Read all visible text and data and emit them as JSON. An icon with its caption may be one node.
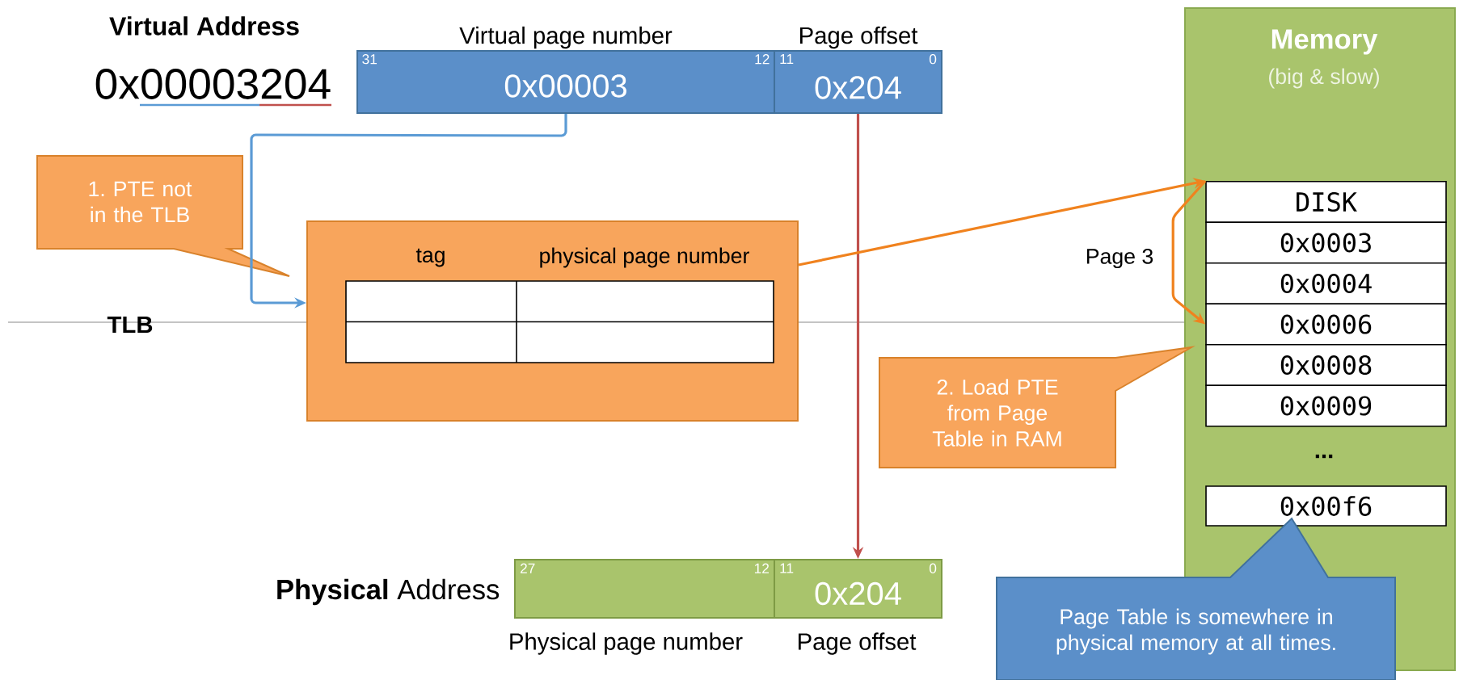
{
  "diagram": {
    "nodes": [
      {
        "text": [
          "Virtual page number",
          "31",
          "0x00003",
          "12"
        ]
      },
      {
        "text": [
          "Page offset",
          "11",
          "0x204",
          "0"
        ]
      },
      {
        "text": [
          "1. PTE not in the TLB"
        ]
      },
      {
        "text": [
          "tag",
          "physical page number"
        ]
      },
      {
        "text": [
          "Memory",
          "(big & slow)"
        ]
      },
      {
        "text": [
          "DISK"
        ],
        "in": 4
      },
      {
        "text": [
          "0x0003"
        ],
        "in": 4
      },
      {
        "text": [
          "0x0004"
        ],
        "in": 4
      },
      {
        "text": [
          "0x0006"
        ],
        "in": 4
      },
      {
        "text": [
          "0x0008"
        ],
        "in": 4
      },
      {
        "text": [
          "0x0009"
        ],
        "in": 4
      },
      {
        "text": [
          "0x00f6"
        ],
        "in": 4
      },
      {
        "text": [
          "2. Load PTE from Page Table in RAM"
        ]
      },
      {
        "text": [
          "Page Table is somewhere in physical memory at all times."
        ]
      },
      {
        "text": [
          "27",
          "12",
          "Physical page number"
        ],
        "beside": [
          "**Physical** Address"
        ]
      },
      {
        "text": [
          "11",
          "0x204",
          "0",
          "Page offset"
        ]
      }
    ],
    "edges": [
      {
        "from": 0,
        "to": 3,
        "arrow": "to",
        "color": "#5b9bd5"
      },
      {
        "from": 1,
        "to": 15,
        "arrow": "to",
        "color": "#c0504d"
      },
      {
        "from": 3,
        "to": 5,
        "arrow": "to",
        "color": "#f0821e"
      },
      {
        "from": 5,
        "to": 8,
        "arrow": "to",
        "color": "#f0821e",
        "label": "Page 3"
      }
    ],
    "labels": [
      "Virtual Address",
      "0x00003204",
      "TLB",
      "..."
    ]
  }
}
